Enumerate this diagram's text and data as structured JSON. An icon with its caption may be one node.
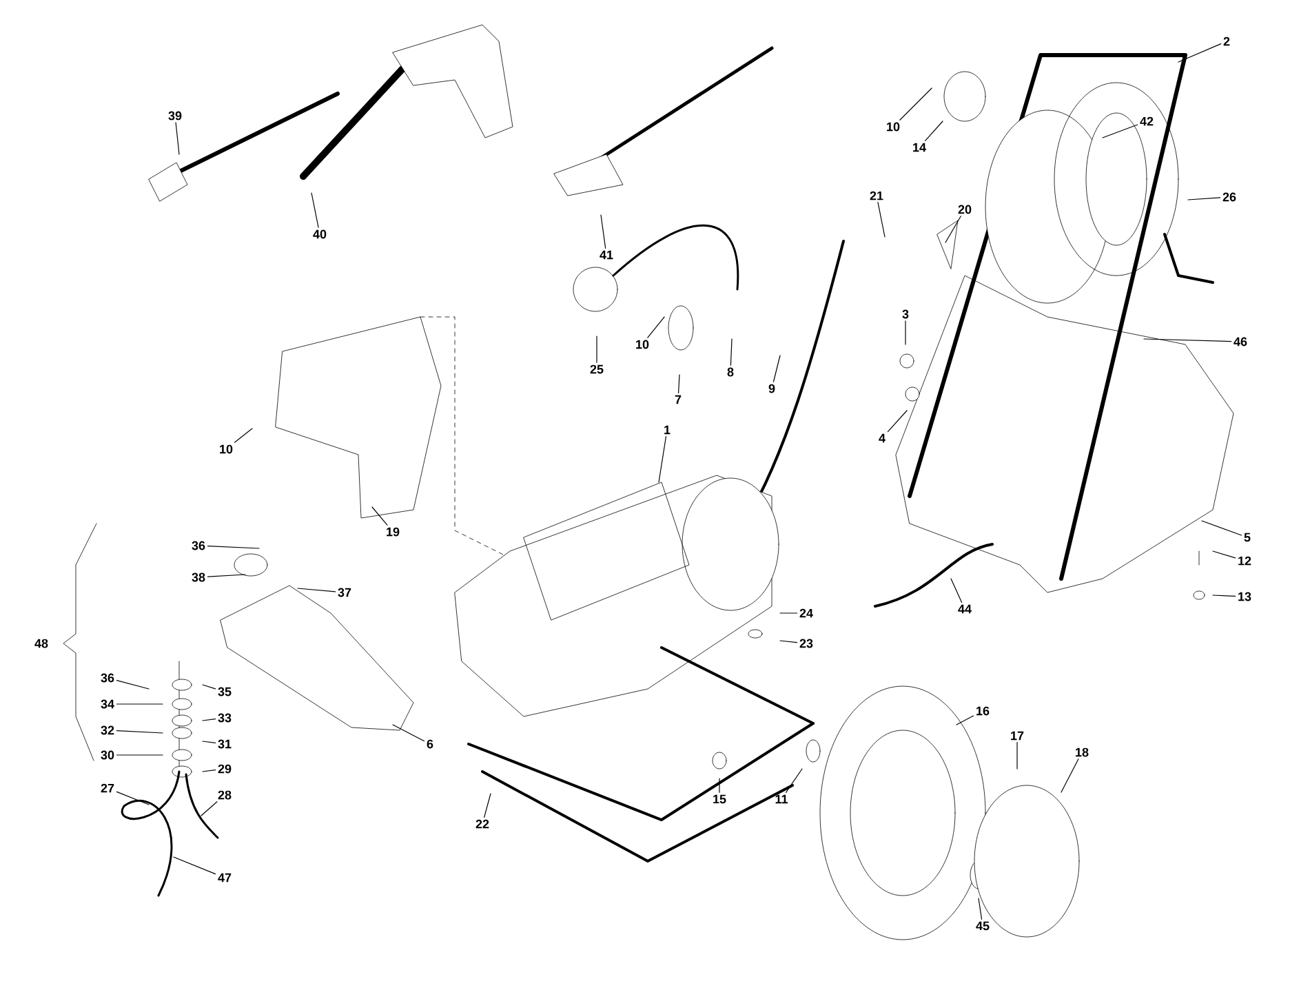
{
  "diagram": {
    "nodes": [
      {
        "text": [
          "39"
        ]
      },
      {
        "text": [
          "40"
        ]
      },
      {
        "text": [
          "41"
        ]
      },
      {
        "text": [
          "2"
        ]
      },
      {
        "text": [
          "10"
        ]
      },
      {
        "text": [
          "14"
        ]
      },
      {
        "text": [
          "42"
        ]
      },
      {
        "text": [
          "21"
        ]
      },
      {
        "text": [
          "20"
        ]
      },
      {
        "text": [
          "26"
        ]
      },
      {
        "text": [
          "10"
        ]
      },
      {
        "text": [
          "25"
        ]
      },
      {
        "text": [
          "7"
        ]
      },
      {
        "text": [
          "8"
        ]
      },
      {
        "text": [
          "9"
        ]
      },
      {
        "text": [
          "3"
        ]
      },
      {
        "text": [
          "46"
        ]
      },
      {
        "text": [
          "4"
        ]
      },
      {
        "text": [
          "10"
        ]
      },
      {
        "text": [
          "1"
        ]
      },
      {
        "text": [
          "19"
        ]
      },
      {
        "text": [
          "5"
        ]
      },
      {
        "text": [
          "36"
        ]
      },
      {
        "text": [
          "38"
        ]
      },
      {
        "text": [
          "12"
        ]
      },
      {
        "text": [
          "37"
        ]
      },
      {
        "text": [
          "13"
        ]
      },
      {
        "text": [
          "44"
        ]
      },
      {
        "text": [
          "24"
        ]
      },
      {
        "text": [
          "23"
        ]
      },
      {
        "text": [
          "36"
        ]
      },
      {
        "text": [
          "35"
        ]
      },
      {
        "text": [
          "34"
        ]
      },
      {
        "text": [
          "33"
        ]
      },
      {
        "text": [
          "32"
        ]
      },
      {
        "text": [
          "31"
        ]
      },
      {
        "text": [
          "16"
        ]
      },
      {
        "text": [
          "6"
        ]
      },
      {
        "text": [
          "30"
        ]
      },
      {
        "text": [
          "17"
        ]
      },
      {
        "text": [
          "29"
        ]
      },
      {
        "text": [
          "18"
        ]
      },
      {
        "text": [
          "27"
        ]
      },
      {
        "text": [
          "28"
        ]
      },
      {
        "text": [
          "11"
        ]
      },
      {
        "text": [
          "15"
        ]
      },
      {
        "text": [
          "22"
        ]
      },
      {
        "text": [
          "47"
        ]
      },
      {
        "text": [
          "45"
        ]
      }
    ],
    "edges": [
      {
        "from": 0,
        "to": null,
        "arrow": "none"
      },
      {
        "from": 1,
        "to": null,
        "arrow": "none"
      },
      {
        "from": 2,
        "to": null,
        "arrow": "none"
      },
      {
        "from": 3,
        "to": null,
        "arrow": "none"
      },
      {
        "from": 4,
        "to": null,
        "arrow": "none"
      },
      {
        "from": 5,
        "to": null,
        "arrow": "none"
      },
      {
        "from": 6,
        "to": null,
        "arrow": "none"
      },
      {
        "from": 7,
        "to": null,
        "arrow": "none"
      },
      {
        "from": 8,
        "to": null,
        "arrow": "none"
      },
      {
        "from": 9,
        "to": null,
        "arrow": "none"
      },
      {
        "from": 10,
        "to": null,
        "arrow": "none"
      },
      {
        "from": 11,
        "to": null,
        "arrow": "none"
      },
      {
        "from": 12,
        "to": null,
        "arrow": "none"
      },
      {
        "from": 13,
        "to": null,
        "arrow": "none"
      },
      {
        "from": 14,
        "to": null,
        "arrow": "none"
      },
      {
        "from": 15,
        "to": null,
        "arrow": "none"
      },
      {
        "from": 16,
        "to": null,
        "arrow": "none"
      },
      {
        "from": 17,
        "to": null,
        "arrow": "none"
      },
      {
        "from": 18,
        "to": null,
        "arrow": "none"
      },
      {
        "from": 19,
        "to": null,
        "arrow": "none"
      },
      {
        "from": 20,
        "to": null,
        "arrow": "none"
      },
      {
        "from": 21,
        "to": null,
        "arrow": "none"
      },
      {
        "from": 22,
        "to": null,
        "arrow": "none"
      },
      {
        "from": 23,
        "to": null,
        "arrow": "none"
      },
      {
        "from": 24,
        "to": null,
        "arrow": "none"
      },
      {
        "from": 25,
        "to": null,
        "arrow": "none"
      },
      {
        "from": 26,
        "to": null,
        "arrow": "none"
      },
      {
        "from": 27,
        "to": null,
        "arrow": "none"
      },
      {
        "from": 28,
        "to": null,
        "arrow": "none"
      },
      {
        "from": 29,
        "to": null,
        "arrow": "none"
      },
      {
        "from": 30,
        "to": null,
        "arrow": "none"
      },
      {
        "from": 31,
        "to": null,
        "arrow": "none"
      },
      {
        "from": 32,
        "to": null,
        "arrow": "none"
      },
      {
        "from": 33,
        "to": null,
        "arrow": "none"
      },
      {
        "from": 34,
        "to": null,
        "arrow": "none"
      },
      {
        "from": 35,
        "to": null,
        "arrow": "none"
      },
      {
        "from": 36,
        "to": null,
        "arrow": "none"
      },
      {
        "from": 37,
        "to": null,
        "arrow": "none"
      },
      {
        "from": 38,
        "to": null,
        "arrow": "none"
      },
      {
        "from": 39,
        "to": null,
        "arrow": "none"
      },
      {
        "from": 40,
        "to": null,
        "arrow": "none"
      },
      {
        "from": 41,
        "to": null,
        "arrow": "none"
      },
      {
        "from": 42,
        "to": null,
        "arrow": "none"
      },
      {
        "from": 43,
        "to": null,
        "arrow": "none"
      },
      {
        "from": 44,
        "to": null,
        "arrow": "none"
      },
      {
        "from": 45,
        "to": null,
        "arrow": "none"
      },
      {
        "from": 46,
        "to": null,
        "arrow": "none"
      },
      {
        "from": 47,
        "to": null,
        "arrow": "none"
      },
      {
        "from": 48,
        "to": null,
        "arrow": "none"
      }
    ],
    "labels": [
      "48"
    ]
  }
}
